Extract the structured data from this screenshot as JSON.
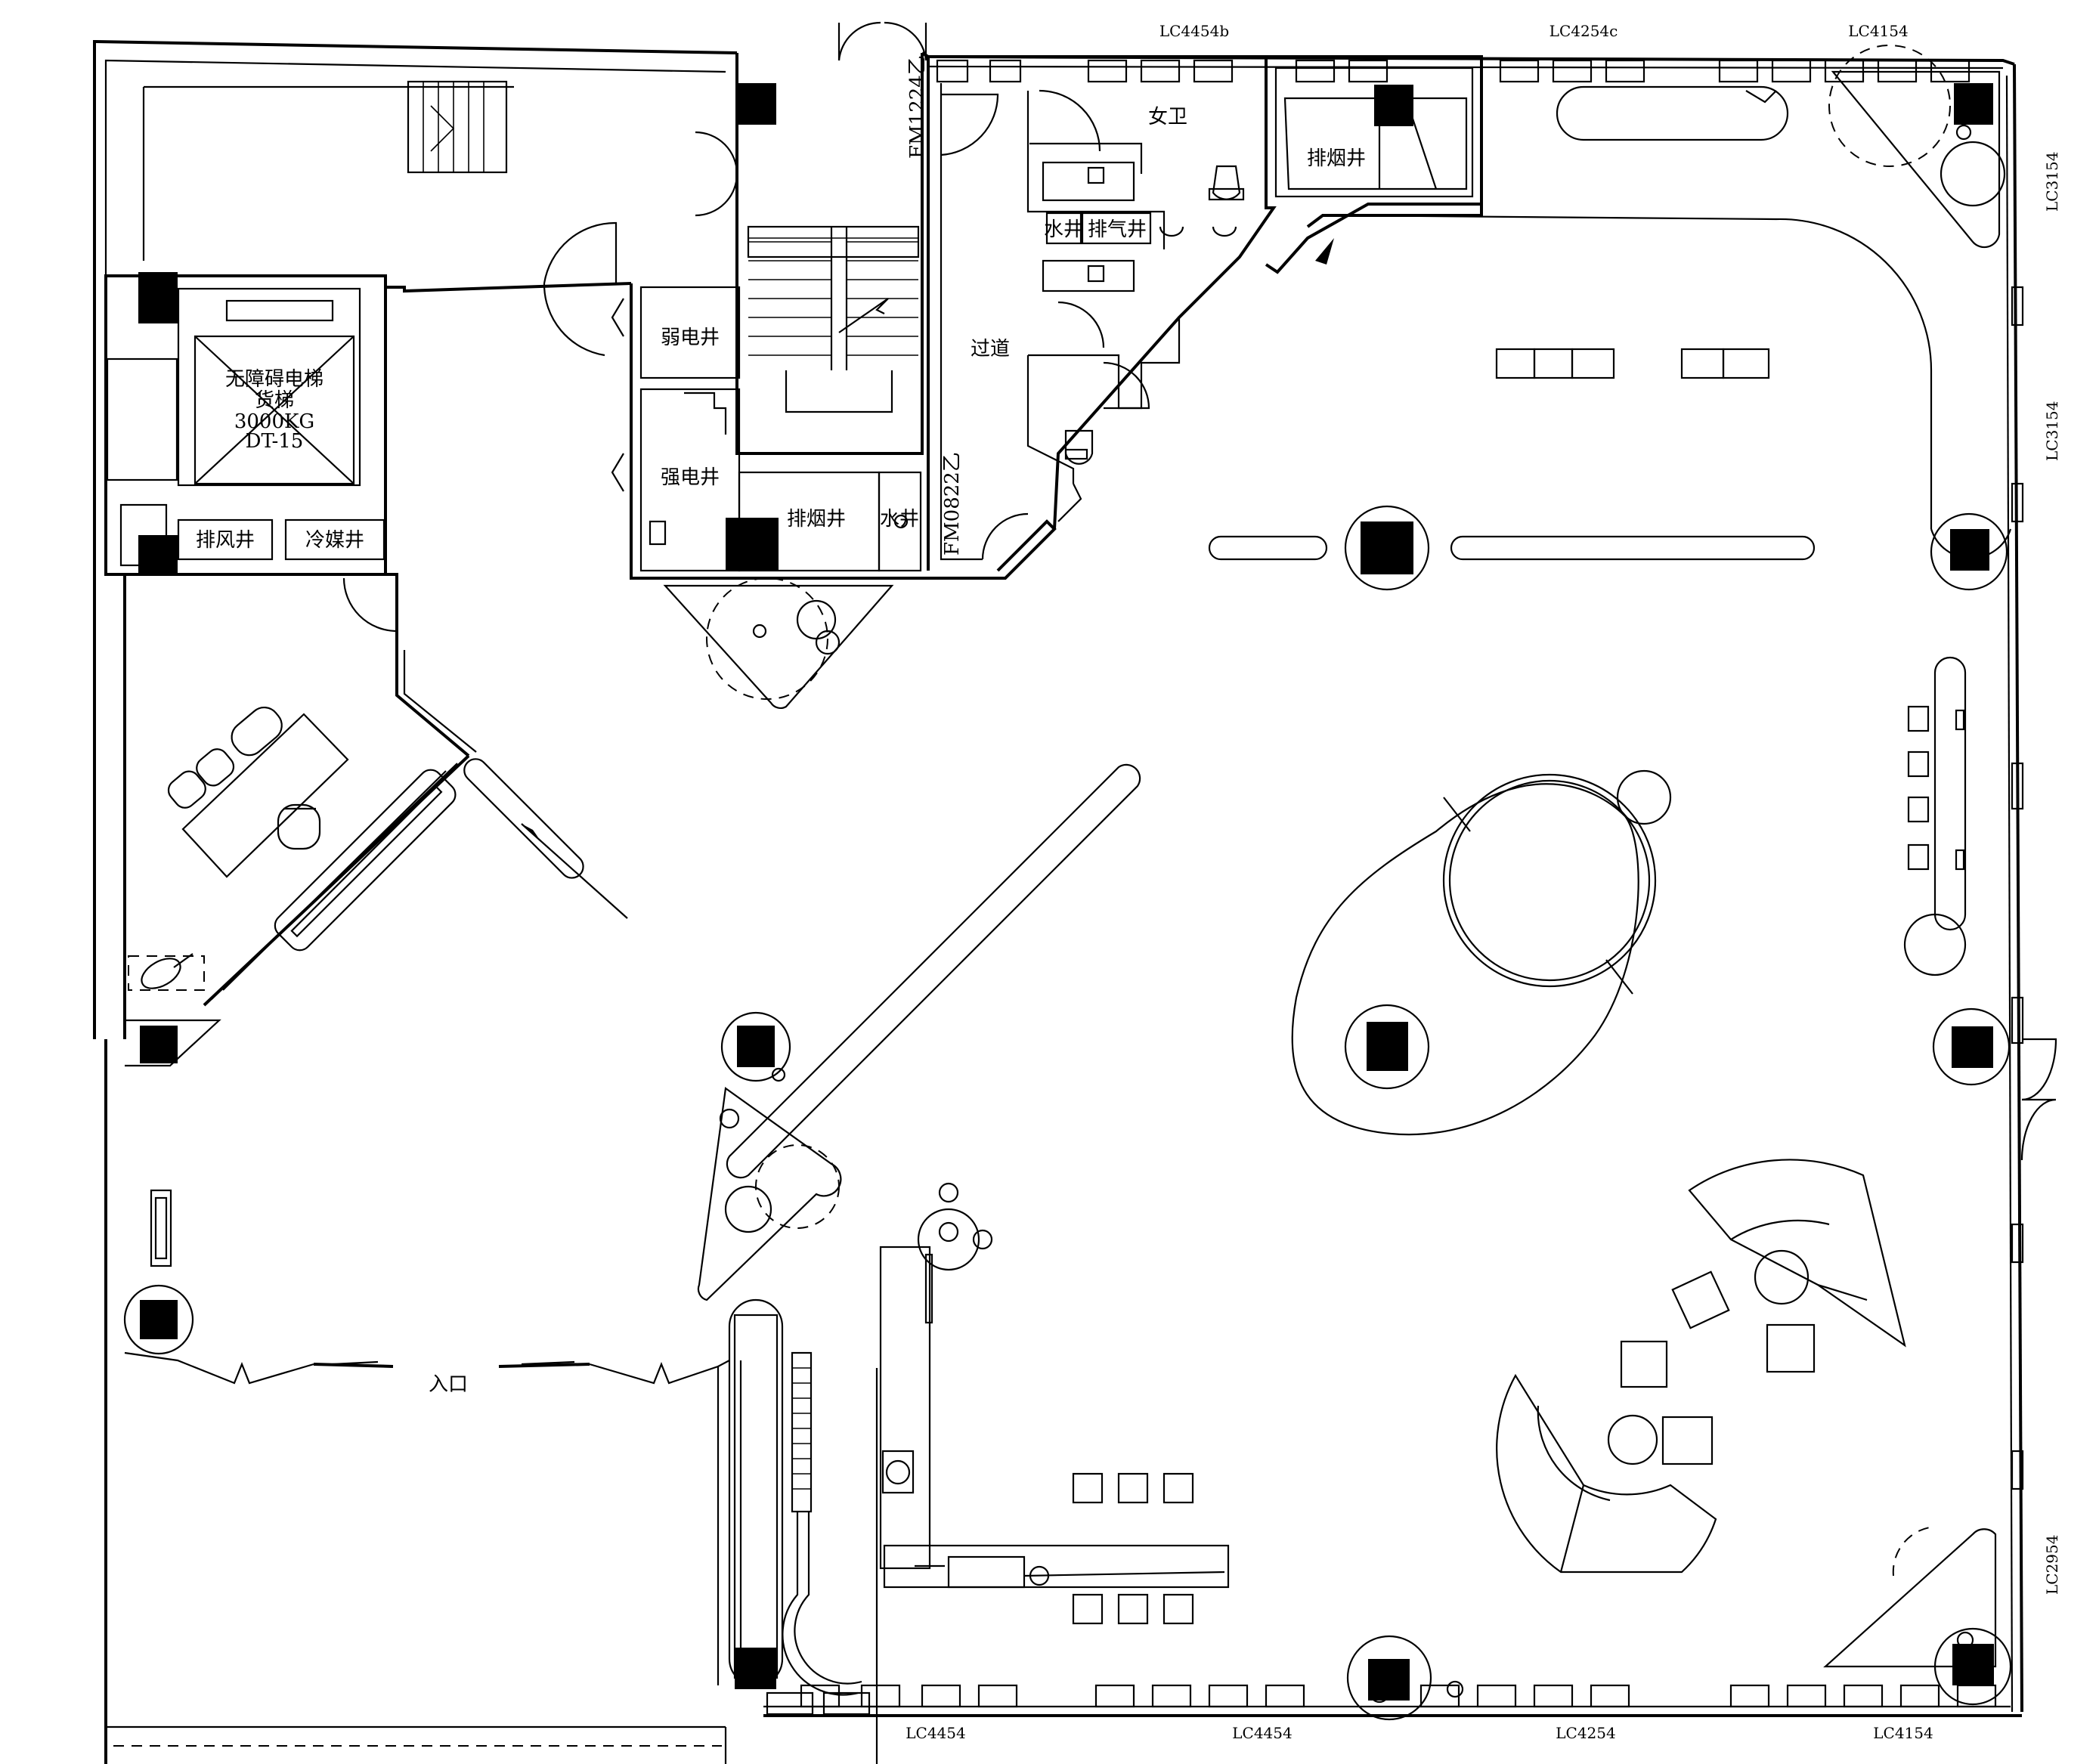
{
  "rooms": {
    "elevator_line1": "无障碍电梯",
    "elevator_line2": "货梯",
    "elevator_line3": "3000KG",
    "elevator_line4": "DT-15",
    "exhaust_shaft": "排风井",
    "refrigerant_shaft": "冷媒井",
    "weak_shaft": "弱电井",
    "strong_shaft": "强电井",
    "smoke_shaft_stair": "排烟井",
    "water_shaft_small": "水井",
    "corridor": "过道",
    "womens_wc": "女卫",
    "smoke_shaft_top": "排烟井",
    "water_shaft_wc": "水井",
    "vent_shaft": "排气井",
    "entrance": "入口"
  },
  "doors": {
    "fire_door_a": "FM1224乙",
    "fire_door_b": "FM0822乙"
  },
  "windows": {
    "top_1": "LC4454b",
    "top_2": "LC4254c",
    "top_3": "LC4154",
    "right_1": "LC3154",
    "right_2": "LC3154",
    "right_3": "LC2954",
    "bottom_1": "LC4454",
    "bottom_2": "LC4454",
    "bottom_3": "LC4254",
    "bottom_4": "LC4154"
  }
}
